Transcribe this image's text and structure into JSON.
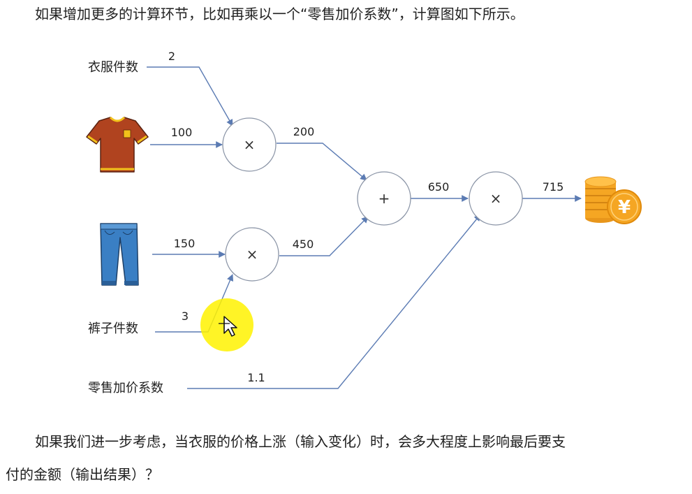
{
  "text": {
    "intro": "如果增加更多的计算环节，比如再乘以一个“零售加价系数”，计算图如下所示。",
    "question_line1": "如果我们进一步考虑，当衣服的价格上涨（输入变化）时，会多大程度上影响最后要支",
    "question_line2": "付的金额（输出结果）？"
  },
  "graph": {
    "inputs": {
      "shirt_count": "衣服件数",
      "pants_count": "裤子件数",
      "retail_factor": "零售加价系数"
    },
    "nodes": {
      "mul_shirt": "×",
      "mul_pants": "×",
      "add": "+",
      "mul_final": "×"
    },
    "edges": {
      "shirt_count_val": "2",
      "shirt_price": "100",
      "shirt_total": "200",
      "pants_price": "150",
      "pants_count_val": "3",
      "pants_total": "450",
      "sum": "650",
      "factor": "1.1",
      "output": "715"
    },
    "icons": [
      "tshirt-icon",
      "jeans-icon",
      "coins-yuan-icon",
      "cursor-icon"
    ],
    "coin_symbol": "¥",
    "colors": {
      "edge": "#5b7bb3",
      "node_stroke": "#8a94a6",
      "shirt": "#b0431f",
      "shirt_trim": "#f2c21b",
      "jeans": "#3a7fc4",
      "coin": "#f5a623",
      "highlight": "#fff200"
    }
  }
}
